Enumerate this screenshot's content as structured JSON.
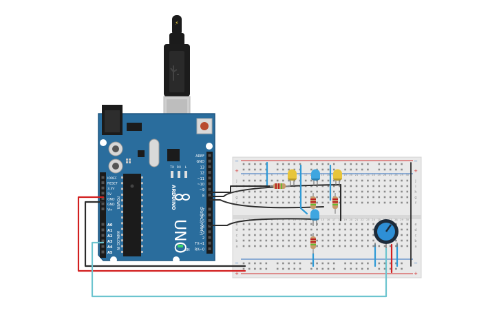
{
  "colors": {
    "board": "#2a6d9d",
    "board_dark": "#1f5680",
    "breadboard": "#e9e9e9",
    "rail_red": "#d12f2f",
    "rail_blue": "#2f6fbf",
    "wire_red": "#d21f1f",
    "wire_black": "#2b2b2b",
    "wire_teal": "#6cc4cf",
    "jumper_blue": "#2e9ad6",
    "led_yellow": "#e7c53a",
    "led_blue": "#3fa6e0",
    "resistor": "#c89a6a",
    "pot_body": "#1d2b3a",
    "pot_knob": "#2e8fd6"
  },
  "arduino": {
    "model_small": "ARDUINO",
    "model_large": "UNO",
    "header_digital": "DIGITAL (PWM~)",
    "header_analog": "ANALOG IN",
    "header_power": "POWER",
    "on_label": "ON",
    "led_labels": [
      "L",
      "TX",
      "RX"
    ],
    "power_pins": [
      "IOREF",
      "RESET",
      "3.3V",
      "5V",
      "GND",
      "GND",
      "Vin"
    ],
    "analog_pins": [
      "A0",
      "A1",
      "A2",
      "A3",
      "A4",
      "A5"
    ],
    "top_pins": [
      "AREF",
      "GND",
      "13",
      "12",
      "~11",
      "~10",
      "~9",
      "8"
    ],
    "bottom_pins": [
      "7",
      "~6",
      "~5",
      "4",
      "~3",
      "2",
      "TX→1",
      "RX←0"
    ]
  },
  "breadboard": {
    "row_letters_top": [
      "j",
      "i",
      "h",
      "g",
      "f"
    ],
    "row_letters_bottom": [
      "e",
      "d",
      "c",
      "b",
      "a"
    ],
    "column_numbers": [
      "1",
      "2",
      "3",
      "4",
      "5",
      "6",
      "7",
      "8",
      "9",
      "10",
      "11",
      "12",
      "13",
      "14",
      "15",
      "16",
      "17",
      "18",
      "19",
      "20",
      "21",
      "22",
      "23",
      "24",
      "25",
      "26",
      "27",
      "28",
      "29",
      "30"
    ],
    "rail_plus": "+",
    "rail_minus": "−"
  },
  "usb_plug": {
    "bolt_symbol": "⚡"
  }
}
